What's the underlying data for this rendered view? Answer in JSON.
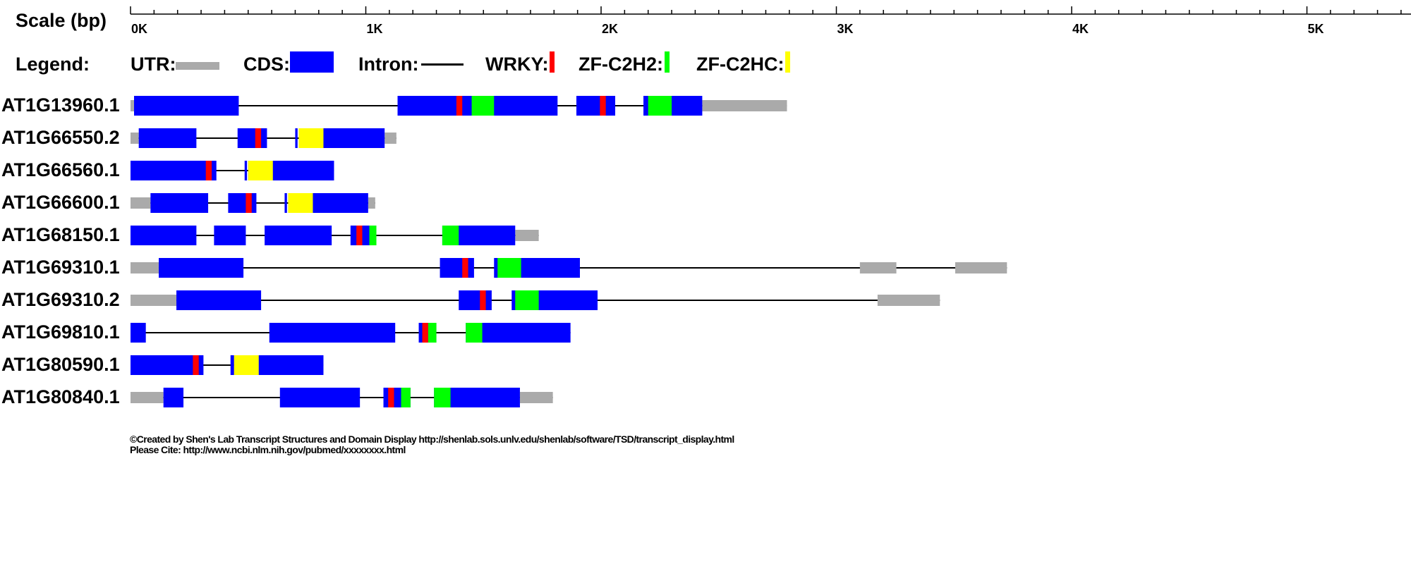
{
  "scale": {
    "label": "Scale (bp)",
    "ticks": [
      {
        "value": 0,
        "label": "0K"
      },
      {
        "value": 1000,
        "label": "1K"
      },
      {
        "value": 2000,
        "label": "2K"
      },
      {
        "value": 3000,
        "label": "3K"
      },
      {
        "value": 4000,
        "label": "4K"
      },
      {
        "value": 5000,
        "label": "5K"
      }
    ]
  },
  "legend": {
    "label": "Legend:",
    "items": [
      {
        "label": "UTR:",
        "kind": "utr",
        "color": "#aaaaaa"
      },
      {
        "label": "CDS:",
        "kind": "cds",
        "color": "#0000ff"
      },
      {
        "label": "Intron:",
        "kind": "intron",
        "color": "#000000"
      },
      {
        "label": "WRKY:",
        "kind": "domain",
        "color": "#ff0000"
      },
      {
        "label": "ZF-C2H2:",
        "kind": "domain",
        "color": "#00ff00"
      },
      {
        "label": "ZF-C2HC:",
        "kind": "domain",
        "color": "#ffff00"
      }
    ]
  },
  "colors": {
    "utr": "#aaaaaa",
    "cds": "#0000ff",
    "intron": "#000000",
    "wrky": "#ff0000",
    "zf_c2h2": "#00ff00",
    "zf_c2hc": "#ffff00"
  },
  "chart_data": {
    "type": "gene-structure",
    "x_unit": "bp",
    "transcripts": [
      {
        "name": "AT1G13960.1",
        "utr": [
          [
            0,
            15
          ],
          [
            2430,
            2790
          ]
        ],
        "cds": [
          [
            15,
            460
          ],
          [
            1135,
            1815
          ],
          [
            1895,
            2060
          ],
          [
            2180,
            2430
          ]
        ],
        "domains": [
          {
            "type": "wrky",
            "range": [
              1385,
              1410
            ]
          },
          {
            "type": "zf_c2h2",
            "range": [
              1450,
              1545
            ]
          },
          {
            "type": "wrky",
            "range": [
              1995,
              2020
            ]
          },
          {
            "type": "zf_c2h2",
            "range": [
              2200,
              2300
            ]
          }
        ]
      },
      {
        "name": "AT1G66550.2",
        "utr": [
          [
            0,
            35
          ],
          [
            1080,
            1130
          ]
        ],
        "cds": [
          [
            35,
            280
          ],
          [
            455,
            580
          ],
          [
            700,
            710
          ],
          [
            715,
            1080
          ]
        ],
        "domains": [
          {
            "type": "wrky",
            "range": [
              530,
              555
            ]
          },
          {
            "type": "zf_c2hc",
            "range": [
              715,
              820
            ]
          }
        ]
      },
      {
        "name": "AT1G66560.1",
        "utr": [],
        "cds": [
          [
            0,
            365
          ],
          [
            485,
            495
          ],
          [
            500,
            865
          ]
        ],
        "domains": [
          {
            "type": "wrky",
            "range": [
              320,
              345
            ]
          },
          {
            "type": "zf_c2hc",
            "range": [
              500,
              605
            ]
          }
        ]
      },
      {
        "name": "AT1G66600.1",
        "utr": [
          [
            0,
            85
          ],
          [
            1010,
            1040
          ]
        ],
        "cds": [
          [
            85,
            330
          ],
          [
            415,
            535
          ],
          [
            655,
            665
          ],
          [
            670,
            1010
          ]
        ],
        "domains": [
          {
            "type": "wrky",
            "range": [
              490,
              515
            ]
          },
          {
            "type": "zf_c2hc",
            "range": [
              670,
              775
            ]
          }
        ]
      },
      {
        "name": "AT1G68150.1",
        "utr": [
          [
            1635,
            1735
          ]
        ],
        "cds": [
          [
            0,
            280
          ],
          [
            355,
            490
          ],
          [
            570,
            855
          ],
          [
            935,
            1045
          ],
          [
            1325,
            1635
          ]
        ],
        "domains": [
          {
            "type": "wrky",
            "range": [
              960,
              985
            ]
          },
          {
            "type": "zf_c2h2",
            "range": [
              1015,
              1045
            ]
          },
          {
            "type": "zf_c2h2",
            "range": [
              1325,
              1395
            ]
          }
        ]
      },
      {
        "name": "AT1G69310.1",
        "utr": [
          [
            0,
            120
          ],
          [
            3100,
            3255
          ],
          [
            3505,
            3725
          ]
        ],
        "cds": [
          [
            120,
            480
          ],
          [
            1315,
            1460
          ],
          [
            1545,
            1910
          ]
        ],
        "domains": [
          {
            "type": "wrky",
            "range": [
              1410,
              1435
            ]
          },
          {
            "type": "zf_c2h2",
            "range": [
              1560,
              1660
            ]
          }
        ]
      },
      {
        "name": "AT1G69310.2",
        "utr": [
          [
            0,
            195
          ],
          [
            3175,
            3440
          ]
        ],
        "cds": [
          [
            195,
            555
          ],
          [
            1395,
            1535
          ],
          [
            1620,
            1985
          ]
        ],
        "domains": [
          {
            "type": "wrky",
            "range": [
              1485,
              1510
            ]
          },
          {
            "type": "zf_c2h2",
            "range": [
              1635,
              1735
            ]
          }
        ]
      },
      {
        "name": "AT1G69810.1",
        "utr": [],
        "cds": [
          [
            0,
            65
          ],
          [
            590,
            1125
          ],
          [
            1225,
            1300
          ],
          [
            1425,
            1870
          ]
        ],
        "domains": [
          {
            "type": "wrky",
            "range": [
              1240,
              1265
            ]
          },
          {
            "type": "zf_c2h2",
            "range": [
              1265,
              1300
            ]
          },
          {
            "type": "zf_c2h2",
            "range": [
              1425,
              1495
            ]
          }
        ]
      },
      {
        "name": "AT1G80590.1",
        "utr": [],
        "cds": [
          [
            0,
            310
          ],
          [
            425,
            440
          ],
          [
            440,
            820
          ]
        ],
        "domains": [
          {
            "type": "wrky",
            "range": [
              265,
              290
            ]
          },
          {
            "type": "zf_c2hc",
            "range": [
              440,
              545
            ]
          }
        ]
      },
      {
        "name": "AT1G80840.1",
        "utr": [
          [
            0,
            140
          ],
          [
            1655,
            1795
          ]
        ],
        "cds": [
          [
            140,
            225
          ],
          [
            635,
            975
          ],
          [
            1075,
            1190
          ],
          [
            1290,
            1655
          ]
        ],
        "domains": [
          {
            "type": "wrky",
            "range": [
              1095,
              1120
            ]
          },
          {
            "type": "zf_c2h2",
            "range": [
              1150,
              1190
            ]
          },
          {
            "type": "zf_c2h2",
            "range": [
              1290,
              1360
            ]
          }
        ]
      }
    ]
  },
  "footer": {
    "line1": "©Created by Shen's Lab Transcript Structures and Domain Display http://shenlab.sols.unlv.edu/shenlab/software/TSD/transcript_display.html",
    "line2": "Please Cite: http://www.ncbi.nlm.nih.gov/pubmed/xxxxxxxx.html"
  }
}
